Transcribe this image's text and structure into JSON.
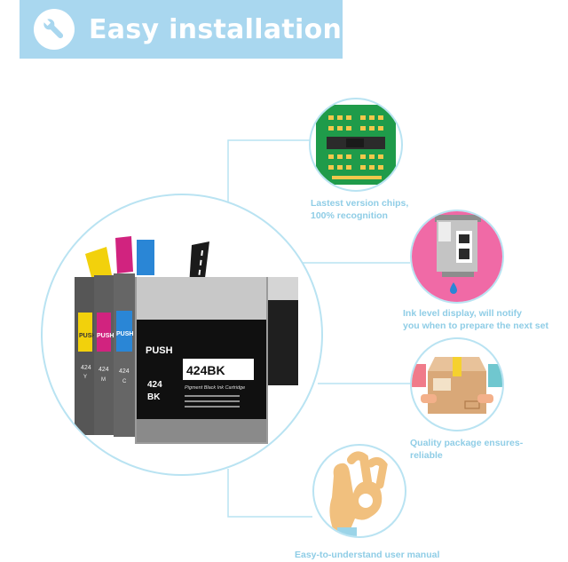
{
  "banner": {
    "title": "Easy installation",
    "icon": "wrench-icon",
    "color": "#a9d7ef"
  },
  "product": {
    "cartridges": [
      {
        "push": "PUSH",
        "code_line1": "424",
        "code_line2": "Y",
        "color": "#f2d10c"
      },
      {
        "push": "PUSH",
        "code_line1": "424",
        "code_line2": "M",
        "color": "#d1237f"
      },
      {
        "push": "PUSH",
        "code_line1": "424",
        "code_line2": "C",
        "color": "#2a86d6"
      }
    ],
    "black": {
      "push": "PUSH",
      "model": "424BK",
      "subtitle": "Pigment Black Ink Cartridge",
      "code_line1": "424",
      "code_line2": "BK"
    }
  },
  "features": [
    {
      "icon": "chip-icon",
      "caption_line1": "Lastest version chips,",
      "caption_line2": "100% recognition"
    },
    {
      "icon": "ink-level-icon",
      "caption_line1": "Ink level display, will notify",
      "caption_line2": "you when to prepare the next set"
    },
    {
      "icon": "package-icon",
      "caption_line1": "Quality package ensures-",
      "caption_line2": "reliable"
    },
    {
      "icon": "ok-hand-icon",
      "caption_line1": "Easy-to-understand user manual",
      "caption_line2": ""
    }
  ],
  "colors": {
    "accent": "#a9d7ef",
    "caption": "#8fcde6",
    "circle_border": "#b9e3f2",
    "pink_bg": "#f06aa6"
  }
}
